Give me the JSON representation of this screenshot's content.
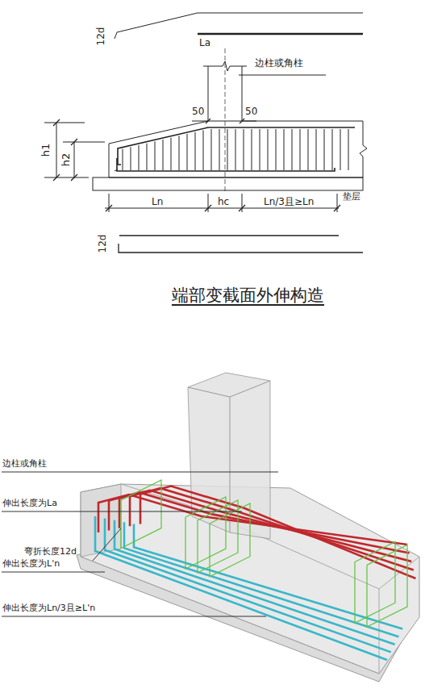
{
  "diagram": {
    "title": "端部变截面外伸构造",
    "labels": [
      "12d",
      "La",
      "边柱或角柱",
      "50",
      "50",
      "h1",
      "h2",
      "Ln",
      "hc",
      "Ln/3且≥Ln",
      "垫层",
      "12d",
      "边柱或角柱",
      "伸出长度为La",
      "弯折长度12d",
      "伸出长度为L'n",
      "伸出长度为Ln/3且≥L'n"
    ]
  }
}
